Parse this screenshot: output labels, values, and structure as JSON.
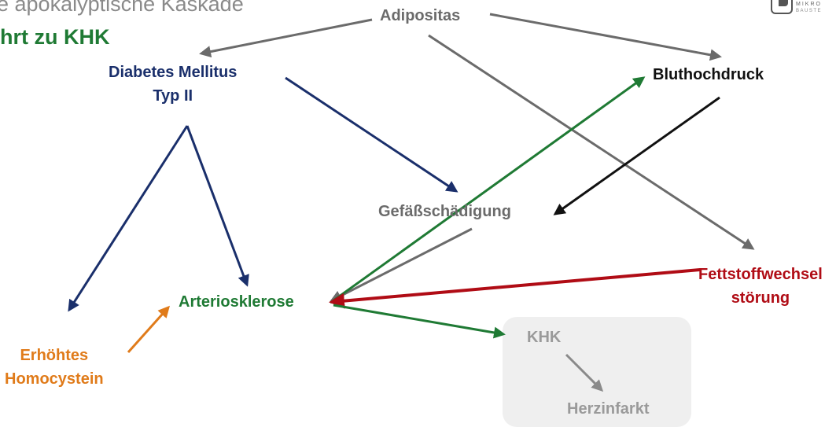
{
  "slide": {
    "title_line1": "e apokalyptische Kaskade",
    "title_line2": "hrt zu KHK"
  },
  "logo": {
    "text_line1": "MIKRO",
    "text_line2": "BAUSTE"
  },
  "nodes": {
    "adipositas": "Adipositas",
    "diabetes_line1": "Diabetes Mellitus",
    "diabetes_line2": "Typ II",
    "bluthochdruck": "Bluthochdruck",
    "gefaessschaedigung": "Gefäßschädigung",
    "arteriosklerose": "Arteriosklerose",
    "fettstoff_line1": "Fettstoffwechsel",
    "fettstoff_line2": "störung",
    "homocystein_line1": "Erhöhtes",
    "homocystein_line2": "Homocystein",
    "khk": "KHK",
    "herzinfarkt": "Herzinfarkt"
  },
  "colors": {
    "gray": "#6b6b6b",
    "navy": "#1a2f6b",
    "black": "#111111",
    "green": "#1f7a34",
    "red": "#b00c15",
    "orange": "#e07b1a",
    "lightgray": "#9a9a9a"
  }
}
